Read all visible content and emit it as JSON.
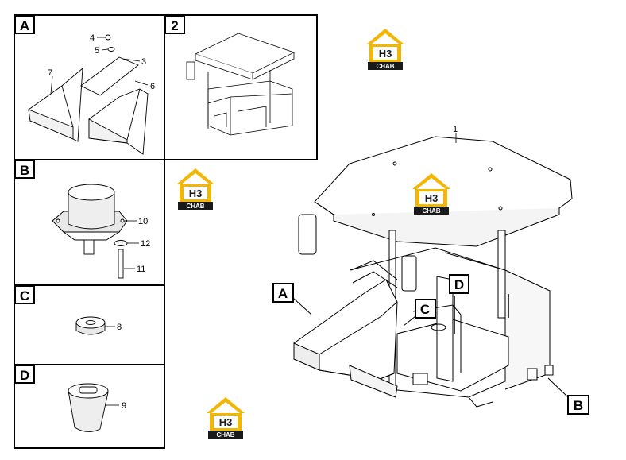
{
  "panels": {
    "a": {
      "tag": "A",
      "parts": {
        "p3": "3",
        "p4": "4",
        "p5": "5",
        "p6": "6",
        "p7": "7"
      }
    },
    "two": {
      "tag": "2"
    },
    "b": {
      "tag": "B",
      "parts": {
        "p10": "10",
        "p11": "11",
        "p12": "12"
      }
    },
    "c": {
      "tag": "C",
      "parts": {
        "p8": "8"
      }
    },
    "d": {
      "tag": "D",
      "parts": {
        "p9": "9"
      }
    }
  },
  "main": {
    "part_1": "1",
    "callouts": {
      "a": "A",
      "b": "B",
      "c": "C",
      "d": "D"
    }
  },
  "watermark": {
    "mark": "H3",
    "text": "CHAB",
    "color_dark": "#1a1a1a",
    "color_accent": "#f2b705"
  }
}
